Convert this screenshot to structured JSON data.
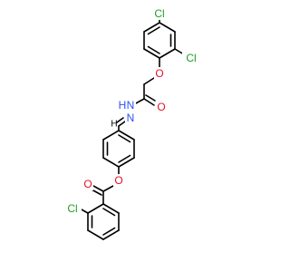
{
  "colors": {
    "background": "#ffffff",
    "bond": "#000000",
    "chlorine": "#1fa01f",
    "oxygen": "#e8102a",
    "nitrogen": "#3050f8"
  },
  "atoms": {
    "cl_top": "Cl",
    "cl_right": "Cl",
    "o_ether": "O",
    "o_carbonyl_top": "O",
    "n_nh": "N",
    "h_nh": "H",
    "n_imine": "N",
    "h_imine": "H",
    "o_ester": "O",
    "o_carbonyl_bottom": "O",
    "cl_bottom": "Cl"
  }
}
